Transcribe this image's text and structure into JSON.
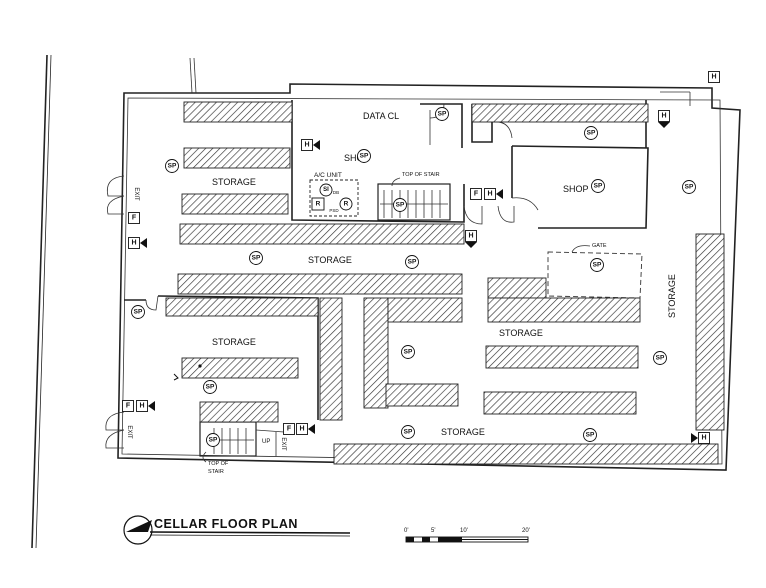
{
  "plan": {
    "title": "CELLAR FLOOR PLAN",
    "rooms": {
      "data_closet": "DATA CL",
      "shop_left": "SHOP",
      "shop_right": "SHOP",
      "storage_upper_left": "STORAGE",
      "storage_center": "STORAGE",
      "storage_lower_left": "STORAGE",
      "storage_mid_right": "STORAGE",
      "storage_bottom": "STORAGE",
      "storage_right_vertical": "STORAGE"
    },
    "labels": {
      "ac_unit": "A/C UNIT",
      "top_of_stair_upper": "TOP OF STAIR",
      "top_of_stair_lower_1": "TOP OF",
      "top_of_stair_lower_2": "STAIR",
      "gate": "GATE",
      "exit_left_upper": "EXIT",
      "exit_left_lower": "EXIT",
      "exit_stair": "EXIT",
      "up": "UP"
    },
    "symbols": {
      "sp": "SP",
      "f": "F",
      "h": "H",
      "si": "SI",
      "r": "R",
      "psd": "PSD",
      "db": "DB"
    },
    "scale": {
      "t0": "0'",
      "t5": "5'",
      "t10": "10'",
      "t20": "20'"
    }
  }
}
